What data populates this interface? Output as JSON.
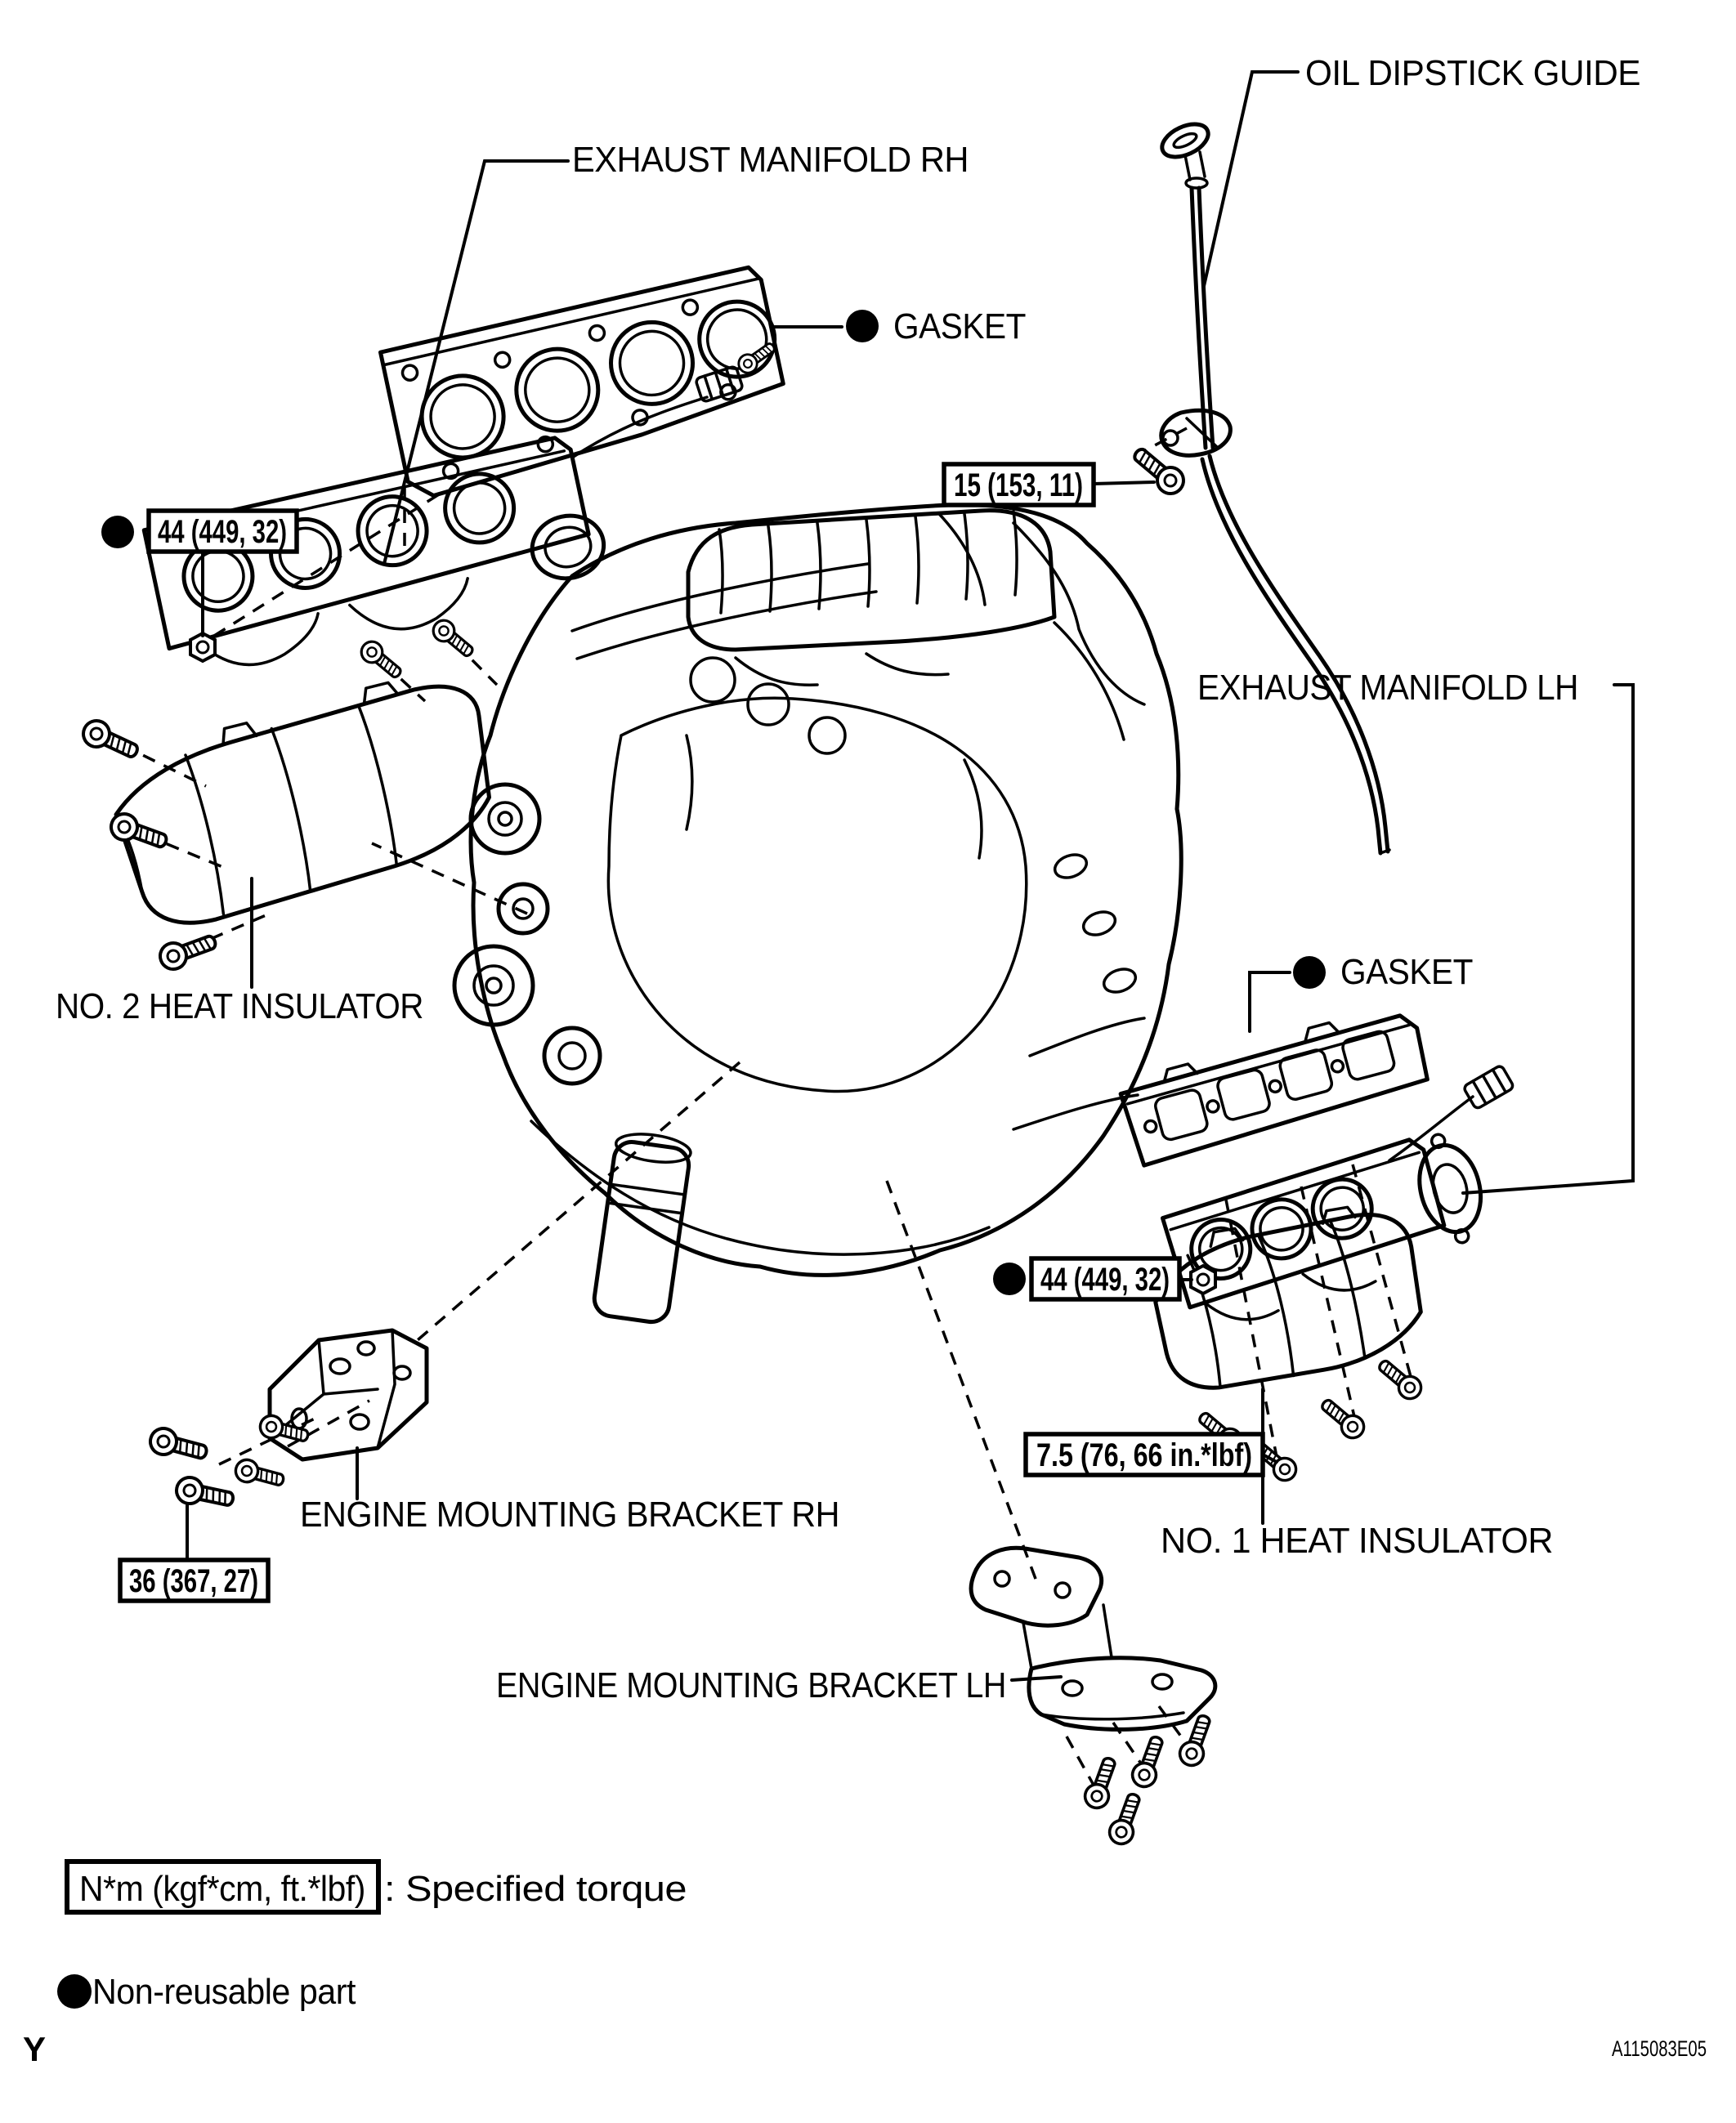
{
  "figure": {
    "code": "A115083E05",
    "page_marker": "Y"
  },
  "labels": {
    "oil_dipstick_guide": "OIL DIPSTICK GUIDE",
    "exhaust_manifold_rh": "EXHAUST MANIFOLD RH",
    "gasket_rh": "GASKET",
    "exhaust_manifold_lh": "EXHAUST MANIFOLD LH",
    "gasket_lh": "GASKET",
    "no2_heat_insulator": "NO. 2 HEAT INSULATOR",
    "no1_heat_insulator": "NO. 1 HEAT INSULATOR",
    "engine_mounting_bracket_rh": "ENGINE MOUNTING BRACKET RH",
    "engine_mounting_bracket_lh": "ENGINE MOUNTING BRACKET LH"
  },
  "torques": {
    "oil_dipstick_guide_bolt": "15 (153, 11)",
    "exhaust_manifold_rh_nut": "44 (449, 32)",
    "exhaust_manifold_lh_nut": "44 (449, 32)",
    "engine_mounting_bracket_bolt": "36 (367, 27)",
    "heat_insulator_bolt": "7.5 (76, 66 in.*lbf)"
  },
  "legend": {
    "torque_box_label": "N*m (kgf*cm, ft.*lbf)",
    "torque_meaning": ": Specified torque",
    "non_reusable": "Non-reusable part"
  },
  "colors": {
    "ink": "#000000",
    "paper": "#ffffff"
  }
}
